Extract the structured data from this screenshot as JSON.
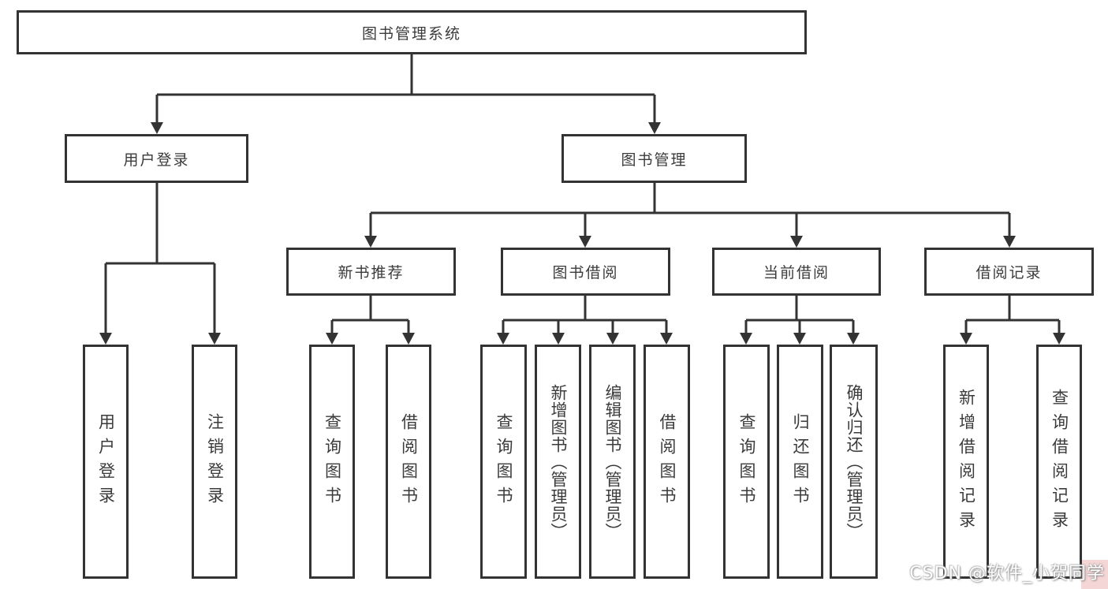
{
  "tree": {
    "root": "图书管理系统",
    "branches": [
      {
        "label": "用户登录",
        "children": [
          "用户登录",
          "注销登录"
        ]
      },
      {
        "label": "图书管理",
        "sections": [
          {
            "label": "新书推荐",
            "children": [
              "查询图书",
              "借阅图书"
            ]
          },
          {
            "label": "图书借阅",
            "children": [
              "查询图书",
              "新增图书（管理员）",
              "编辑图书（管理员）",
              "借阅图书"
            ]
          },
          {
            "label": "当前借阅",
            "children": [
              "查询图书",
              "归还图书",
              "确认归还（管理员）"
            ]
          },
          {
            "label": "借阅记录",
            "children": [
              "新增借阅记录",
              "查询借阅记录"
            ]
          }
        ]
      }
    ]
  },
  "watermark": {
    "text": "CSDN @软件_小贺同学"
  },
  "colors": {
    "line": "#333333",
    "text": "#3b3b3b",
    "box_background": "#ffffff",
    "watermark_text": "#ffffff",
    "watermark_corner": "#f5d6d6"
  }
}
